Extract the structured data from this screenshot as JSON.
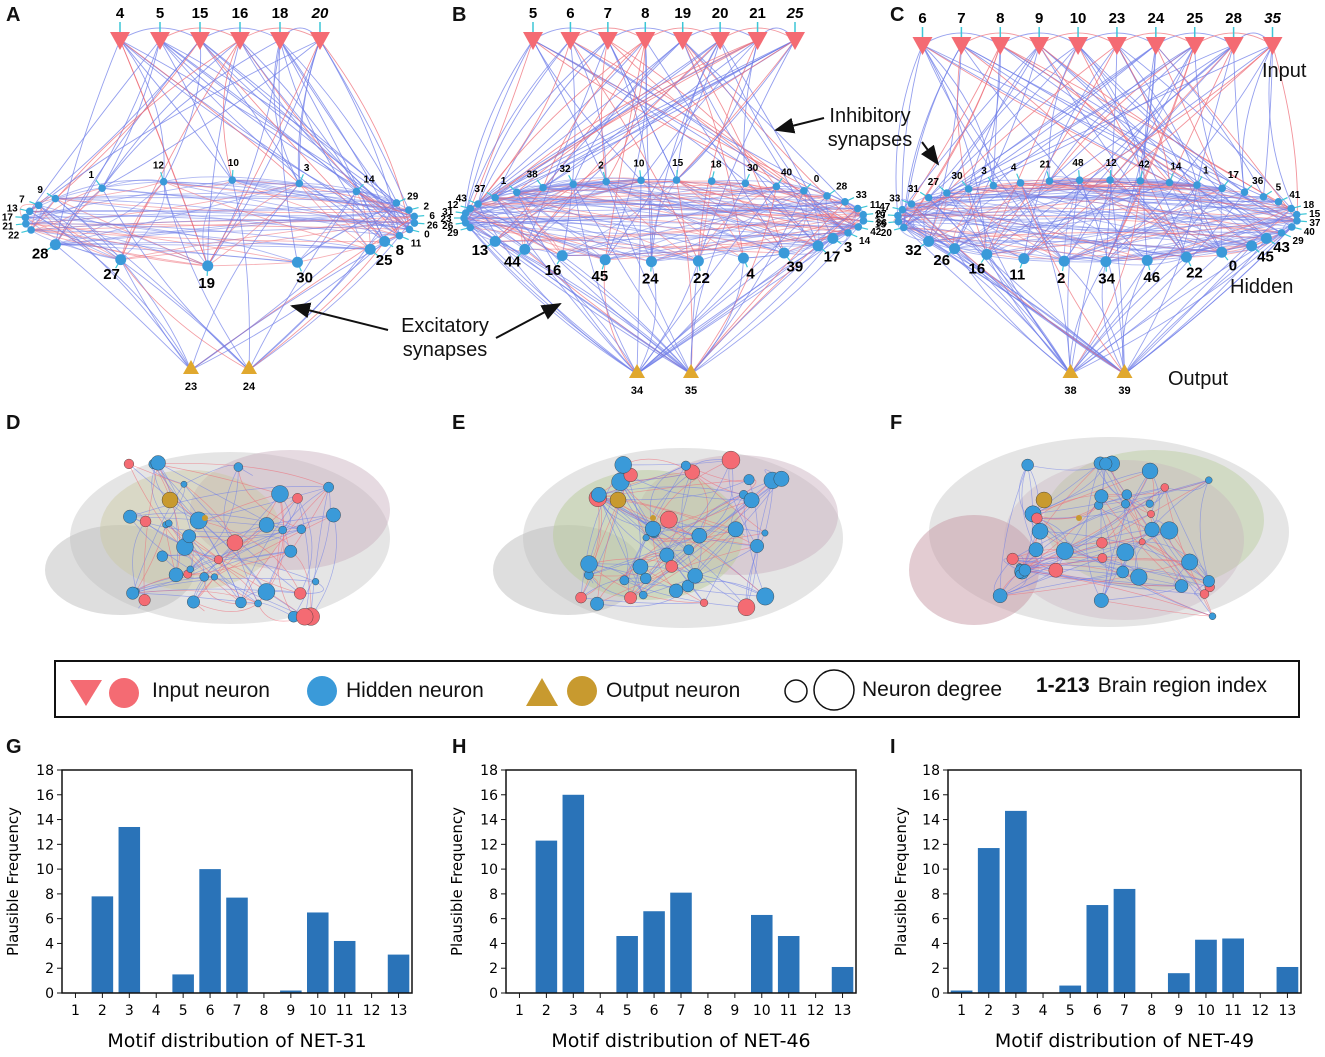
{
  "panels": {
    "A": "A",
    "B": "B",
    "C": "C",
    "D": "D",
    "E": "E",
    "F": "F",
    "G": "G",
    "H": "H",
    "I": "I"
  },
  "networks": [
    {
      "id": "A",
      "inputs": [
        "4",
        "5",
        "15",
        "16",
        "18",
        "20"
      ],
      "hidden_top": [
        "9",
        "1",
        "12",
        "10",
        "3",
        "14",
        "29"
      ],
      "hidden_left": [
        "22",
        "21",
        "17",
        "13",
        "7"
      ],
      "hidden_right": [
        "2",
        "6",
        "26",
        "0",
        "11",
        "8"
      ],
      "hidden_bottom": [
        "28",
        "27",
        "19",
        "30",
        "25"
      ],
      "outputs": [
        "23",
        "24"
      ]
    },
    {
      "id": "B",
      "inputs": [
        "5",
        "6",
        "7",
        "8",
        "19",
        "20",
        "21",
        "25"
      ],
      "hidden_top": [
        "37",
        "1",
        "38",
        "32",
        "2",
        "10",
        "15",
        "18",
        "30",
        "40",
        "0",
        "28",
        "33"
      ],
      "hidden_left": [
        "29",
        "26",
        "23",
        "31",
        "12",
        "43"
      ],
      "hidden_right": [
        "11",
        "27",
        "36",
        "42",
        "14",
        "3"
      ],
      "hidden_bottom": [
        "13",
        "44",
        "16",
        "45",
        "24",
        "22",
        "4",
        "39",
        "17"
      ],
      "outputs": [
        "34",
        "35"
      ]
    },
    {
      "id": "C",
      "inputs": [
        "6",
        "7",
        "8",
        "9",
        "10",
        "23",
        "24",
        "25",
        "28",
        "35"
      ],
      "hidden_top": [
        "31",
        "27",
        "30",
        "3",
        "4",
        "21",
        "48",
        "12",
        "42",
        "14",
        "1",
        "17",
        "36",
        "5",
        "41"
      ],
      "hidden_left": [
        "20",
        "15",
        "19",
        "47",
        "33"
      ],
      "hidden_right": [
        "18",
        "15",
        "37",
        "40",
        "29",
        "43"
      ],
      "hidden_bottom": [
        "32",
        "26",
        "16",
        "11",
        "2",
        "34",
        "46",
        "22",
        "0",
        "45"
      ],
      "outputs": [
        "38",
        "39"
      ]
    }
  ],
  "annotations": {
    "inhibitory": "Inhibitory\nsynapses",
    "excitatory": "Excitatory\nsynapses",
    "input": "Input",
    "hidden": "Hidden",
    "output": "Output"
  },
  "legend": {
    "input": "Input neuron",
    "hidden": "Hidden neuron",
    "output": "Output neuron",
    "degree": "Neuron degree",
    "index_bold": "1-213",
    "index": "Brain region index"
  },
  "colors": {
    "input": "#f46b73",
    "hidden": "#3a9ad9",
    "output": "#e0a82e",
    "output_ball": "#c89a2f",
    "bar": "#2a73b8",
    "excitatory": "#6f7ee8",
    "inhibitory": "#ee6d78"
  },
  "chart_data": [
    {
      "type": "bar",
      "categories": [
        "1",
        "2",
        "3",
        "4",
        "5",
        "6",
        "7",
        "8",
        "9",
        "10",
        "11",
        "12",
        "13"
      ],
      "values": [
        0,
        7.8,
        13.4,
        0,
        1.5,
        10.0,
        7.7,
        0,
        0.2,
        6.5,
        4.2,
        0,
        3.1
      ],
      "xlabel": "Motif distribution of NET-31",
      "ylabel": "Plausible Frequency",
      "ylim": [
        0,
        18
      ],
      "yticks": [
        "0",
        "2",
        "4",
        "6",
        "8",
        "10",
        "12",
        "14",
        "16",
        "18"
      ]
    },
    {
      "type": "bar",
      "categories": [
        "1",
        "2",
        "3",
        "4",
        "5",
        "6",
        "7",
        "8",
        "9",
        "10",
        "11",
        "12",
        "13"
      ],
      "values": [
        0,
        12.3,
        16.0,
        0,
        4.6,
        6.6,
        8.1,
        0,
        0,
        6.3,
        4.6,
        0,
        2.1
      ],
      "xlabel": "Motif distribution of NET-46",
      "ylabel": "Plausible Frequency",
      "ylim": [
        0,
        18
      ],
      "yticks": [
        "0",
        "2",
        "4",
        "6",
        "8",
        "10",
        "12",
        "14",
        "16",
        "18"
      ]
    },
    {
      "type": "bar",
      "categories": [
        "1",
        "2",
        "3",
        "4",
        "5",
        "6",
        "7",
        "8",
        "9",
        "10",
        "11",
        "12",
        "13"
      ],
      "values": [
        0.2,
        11.7,
        14.7,
        0,
        0.6,
        7.1,
        8.4,
        0,
        1.6,
        4.3,
        4.4,
        0,
        2.1
      ],
      "xlabel": "Motif distribution of NET-49",
      "ylabel": "Plausible Frequency",
      "ylim": [
        0,
        18
      ],
      "yticks": [
        "0",
        "2",
        "4",
        "6",
        "8",
        "10",
        "12",
        "14",
        "16",
        "18"
      ]
    }
  ]
}
